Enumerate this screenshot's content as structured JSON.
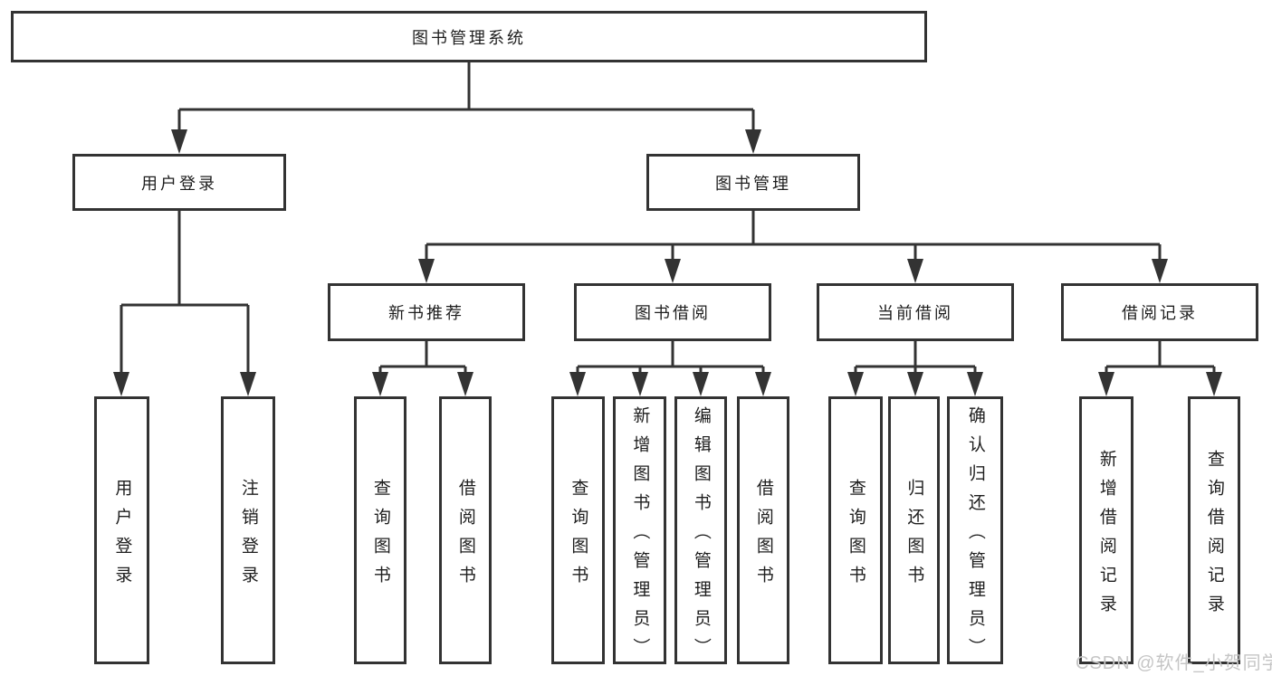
{
  "nodes": {
    "root": {
      "label": "图书管理系统"
    },
    "level2": [
      {
        "label": "用户登录"
      },
      {
        "label": "图书管理"
      }
    ],
    "level3": [
      {
        "label": "新书推荐"
      },
      {
        "label": "图书借阅"
      },
      {
        "label": "当前借阅"
      },
      {
        "label": "借阅记录"
      }
    ],
    "leaves": [
      {
        "label": "用户登录"
      },
      {
        "label": "注销登录"
      },
      {
        "label": "查询图书"
      },
      {
        "label": "借阅图书"
      },
      {
        "label": "查询图书"
      },
      {
        "label": "新增图书（管理员）"
      },
      {
        "label": "编辑图书（管理员）"
      },
      {
        "label": "借阅图书"
      },
      {
        "label": "查询图书"
      },
      {
        "label": "归还图书"
      },
      {
        "label": "确认归还（管理员）"
      },
      {
        "label": "新增借阅记录"
      },
      {
        "label": "查询借阅记录"
      }
    ]
  },
  "watermark": "CSDN @软件_小贺同学",
  "colors": {
    "line": "#333333",
    "text": "#1e1e1e",
    "watermark": "#c5c5c5",
    "background": "#ffffff"
  }
}
